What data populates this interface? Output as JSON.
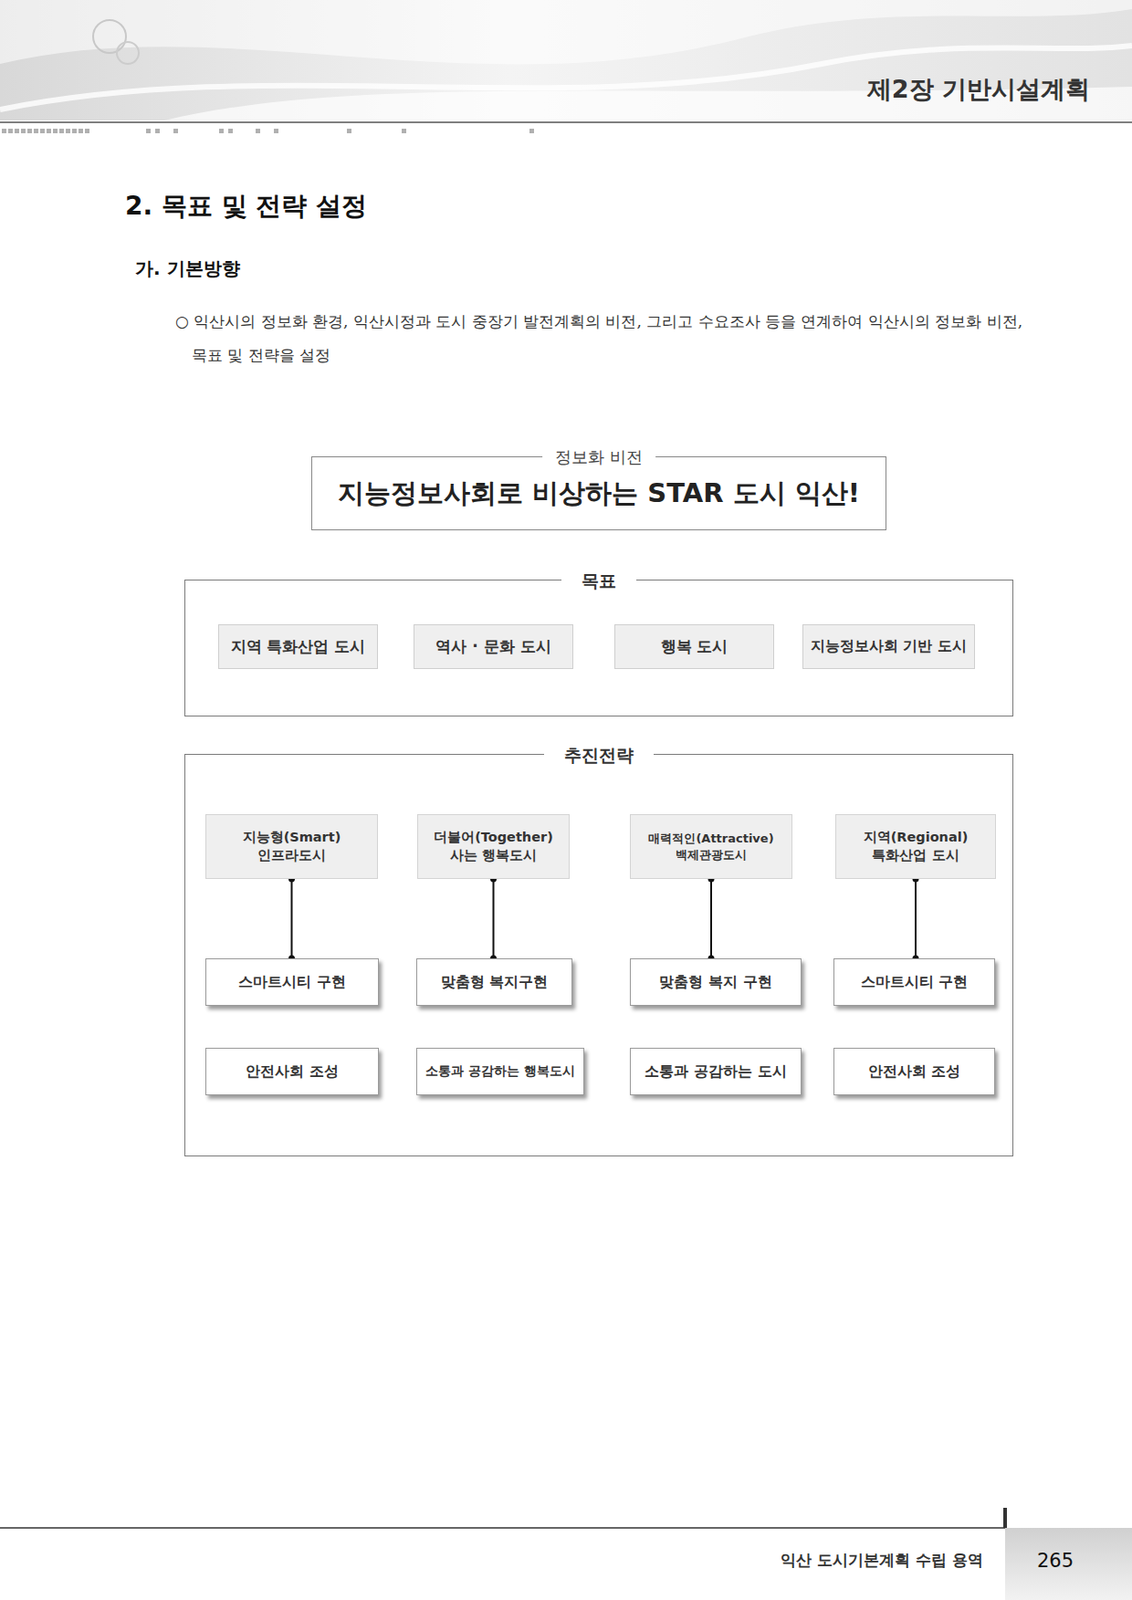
{
  "diagram": {
    "title": "2. 목표 및 전략 설정",
    "nodes": [
      {
        "text": [
          "정보화 비전",
          "지능정보사회로 비상하는 STAR 도시 익산!"
        ]
      },
      {
        "text": [
          "목표"
        ]
      },
      {
        "text": [
          "지역 특화산업 도시"
        ],
        "in": 1
      },
      {
        "text": [
          "역사 · 문화 도시"
        ],
        "in": 1
      },
      {
        "text": [
          "행복 도시"
        ],
        "in": 1
      },
      {
        "text": [
          "지능정보사회 기반 도시"
        ],
        "in": 1
      },
      {
        "text": [
          "추진전략"
        ]
      },
      {
        "text": [
          "지능형(Smart) 인프라도시"
        ],
        "in": 6
      },
      {
        "text": [
          "더불어(Together) 사는 행복도시"
        ],
        "in": 6
      },
      {
        "text": [
          "매력적인(Attractive) 백제관광도시"
        ],
        "in": 6
      },
      {
        "text": [
          "지역(Regional) 특화산업 도시"
        ],
        "in": 6
      },
      {
        "text": [
          "스마트시티 구현"
        ],
        "in": 6
      },
      {
        "text": [
          "맞춤형 복지구현"
        ],
        "in": 6
      },
      {
        "text": [
          "맞춤형 복지 구현"
        ],
        "in": 6
      },
      {
        "text": [
          "스마트시티 구현"
        ],
        "in": 6
      },
      {
        "text": [
          "안전사회 조성"
        ],
        "in": 6
      },
      {
        "text": [
          "소통과 공감하는 행복도시"
        ],
        "in": 6
      },
      {
        "text": [
          "소통과 공감하는 도시"
        ],
        "in": 6
      },
      {
        "text": [
          "안전사회 조성"
        ],
        "in": 6
      }
    ],
    "edges": [
      {
        "from": 7,
        "to": 11,
        "arrow": "none"
      },
      {
        "from": 8,
        "to": 12,
        "arrow": "none"
      },
      {
        "from": 9,
        "to": 13,
        "arrow": "none"
      },
      {
        "from": 10,
        "to": 14,
        "arrow": "none"
      }
    ],
    "labels": [
      "제2장 기반시설계획",
      "가. 기본방향",
      "○ 익산시의 정보화 환경, 익산시정과 도시 중장기 발전계획의 비전, 그리고 수요조사 등을 연계하여 익산시의 정보화 비전, 목표 및 전략을 설정",
      "익산 도시기본계획 수립 용역",
      "265"
    ]
  }
}
